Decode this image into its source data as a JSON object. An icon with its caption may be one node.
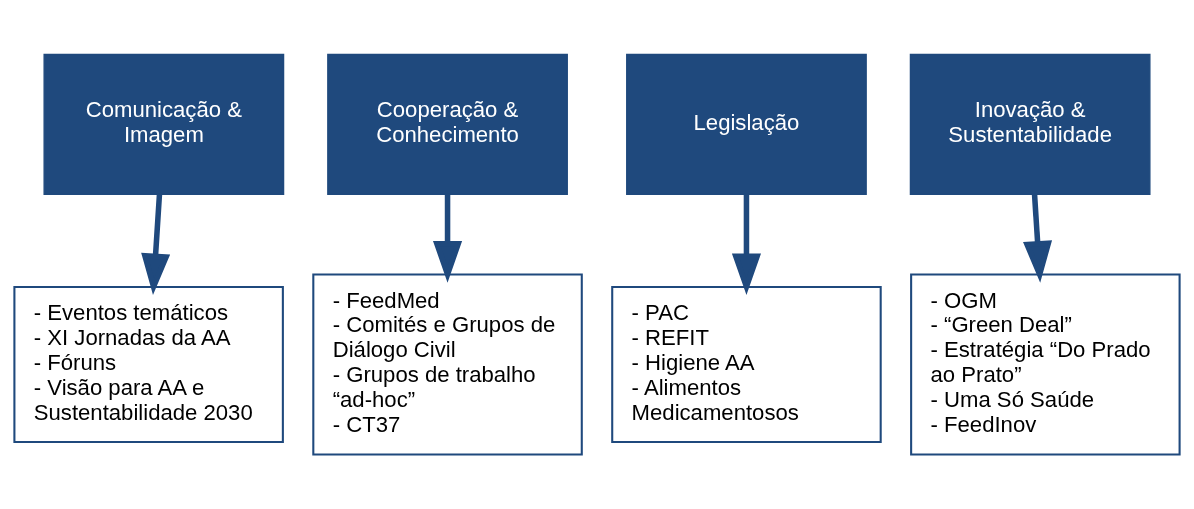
{
  "diagram": {
    "nodes": [
      {
        "text": [
          "Comunicação & Imagem"
        ]
      },
      {
        "text": [
          "Cooperação & Conhecimento"
        ]
      },
      {
        "text": [
          "Legislação"
        ]
      },
      {
        "text": [
          "Inovação & Sustentabilidade"
        ]
      },
      {
        "text": [
          "- Eventos temáticos",
          "- XI Jornadas da AA",
          "- Fóruns",
          "- Visão para AA e Sustentabilidade 2030"
        ]
      },
      {
        "text": [
          "- FeedMed",
          "- Comités e Grupos de Diálogo Civil",
          "- Grupos de trabalho “ad-hoc”",
          "- CT37"
        ]
      },
      {
        "text": [
          "- PAC",
          "- REFIT",
          "- Higiene AA",
          "- Alimentos Medicamentosos"
        ]
      },
      {
        "text": [
          "- OGM",
          "- “Green Deal”",
          "- Estratégia “Do Prado ao Prato”",
          "- Uma Só Saúde",
          "- FeedInov"
        ]
      }
    ],
    "edges": [
      {
        "from": 0,
        "to": 4,
        "arrow": "to"
      },
      {
        "from": 1,
        "to": 5,
        "arrow": "to"
      },
      {
        "from": 2,
        "to": 6,
        "arrow": "to"
      },
      {
        "from": 3,
        "to": 7,
        "arrow": "to"
      }
    ]
  }
}
